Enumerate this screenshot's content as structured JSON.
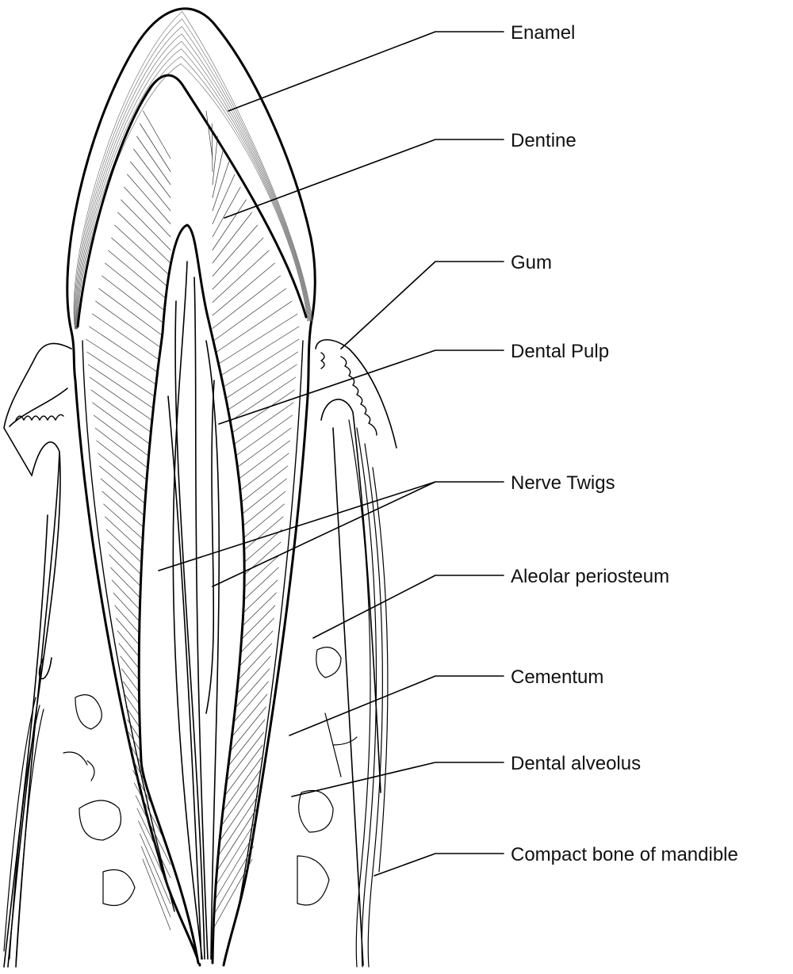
{
  "labels": {
    "enamel": "Enamel",
    "dentine": "Dentine",
    "gum": "Gum",
    "dental_pulp": "Dental Pulp",
    "nerve_twigs": "Nerve Twigs",
    "aleolar_periosteum": "Aleolar periosteum",
    "cementum": "Cementum",
    "dental_alveolus": "Dental alveolus",
    "compact_bone": "Compact bone of mandible"
  },
  "colors": {
    "line": "#000000",
    "background": "#ffffff"
  }
}
